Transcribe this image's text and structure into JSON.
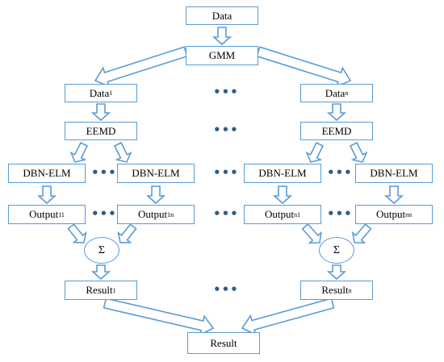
{
  "nodes": {
    "data": "Data",
    "gmm": "GMM",
    "data_1": {
      "base": "Data",
      "sub": "1"
    },
    "data_n": {
      "base": "Data",
      "sub": "n"
    },
    "eemd_left": "EEMD",
    "eemd_right": "EEMD",
    "dbn_elm_1": "DBN-ELM",
    "dbn_elm_2": "DBN-ELM",
    "dbn_elm_3": "DBN-ELM",
    "dbn_elm_4": "DBN-ELM",
    "output_11": {
      "base": "Output",
      "sub": "11"
    },
    "output_1n": {
      "base": "Output",
      "sub": "1n"
    },
    "output_n1": {
      "base": "Output",
      "sub": "n1"
    },
    "output_nn": {
      "base": "Output",
      "sub": "nn"
    },
    "sum_left": "Σ",
    "sum_right": "Σ",
    "result_1": {
      "base": "Result",
      "sub": "1"
    },
    "result_n": {
      "base": "Result",
      "sub": "n"
    },
    "result": "Result"
  },
  "ellipsis": "•••",
  "colors": {
    "box_border": "#5b9bd5",
    "dots": "#2e5c8a"
  }
}
